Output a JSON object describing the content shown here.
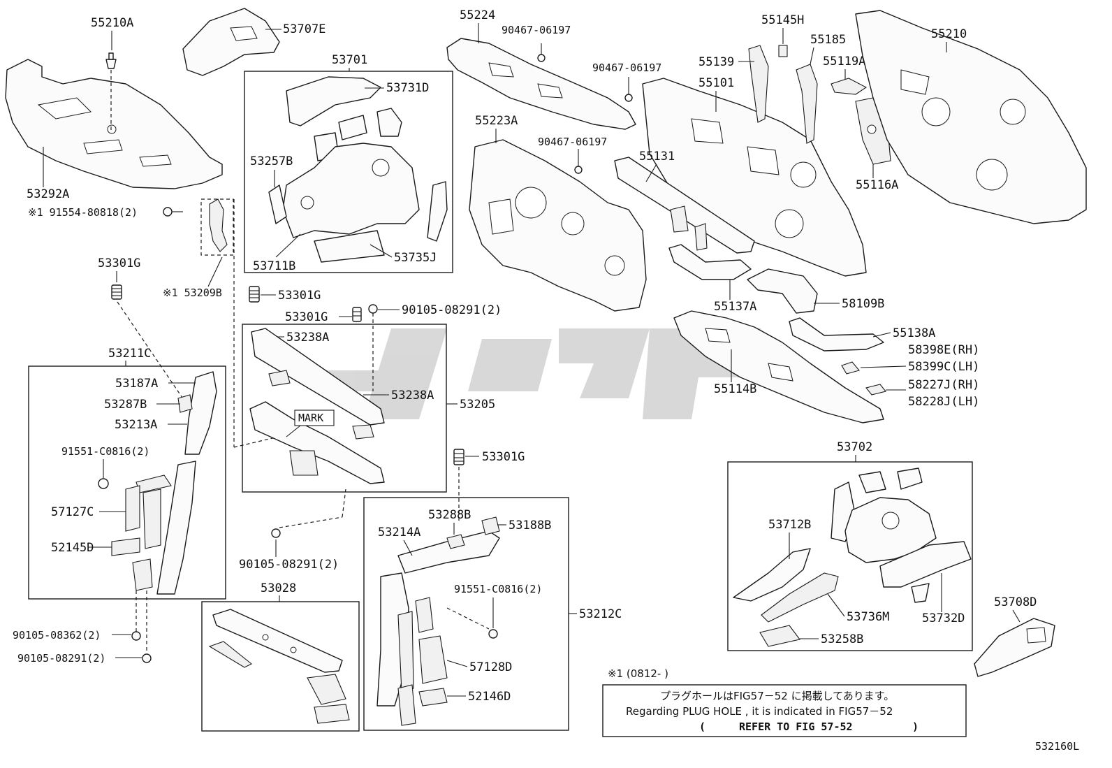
{
  "diagram_id": "532160L",
  "watermark_color": "#b9b9b9",
  "labels": {
    "p55210A": "55210A",
    "p53707E": "53707E",
    "p53701": "53701",
    "p53731D": "53731D",
    "p53257B": "53257B",
    "p53711B": "53711B",
    "p53735J": "53735J",
    "p53292A": "53292A",
    "p91554": "※1 91554-80818(2)",
    "p53209B": "※1 53209B",
    "p53301G_a": "53301G",
    "p53301G_b": "53301G",
    "p53301G_c": "53301G",
    "p53301G_d": "53301G",
    "p90105_08291_a": "90105-08291(2)",
    "p53238A_a": "53238A",
    "p53238A_b": "53238A",
    "p53205": "53205",
    "mark": "MARK",
    "p53211C": "53211C",
    "p53187A": "53187A",
    "p53287B": "53287B",
    "p53213A": "53213A",
    "p91551_a": "91551-C0816(2)",
    "p57127C": "57127C",
    "p52145D": "52145D",
    "p90105_08362": "90105-08362(2)",
    "p90105_08291_b": "90105-08291(2)",
    "p90105_08291_c": "90105-08291(2)",
    "p53028": "53028",
    "p53288B": "53288B",
    "p53214A": "53214A",
    "p53188B": "53188B",
    "p91551_b": "91551-C0816(2)",
    "p57128D": "57128D",
    "p52146D": "52146D",
    "p53212C": "53212C",
    "p55224": "55224",
    "p90467_a": "90467-06197",
    "p90467_b": "90467-06197",
    "p90467_c": "90467-06197",
    "p55223A": "55223A",
    "p55145H": "55145H",
    "p55185": "55185",
    "p55139": "55139",
    "p55101": "55101",
    "p55131": "55131",
    "p55119A": "55119A",
    "p55210": "55210",
    "p55116A": "55116A",
    "p55137A": "55137A",
    "p58109B": "58109B",
    "p55138A": "55138A",
    "p58398E": "58398E(RH)",
    "p58399C": "58399C(LH)",
    "p55114B": "55114B",
    "p58227J": "58227J(RH)",
    "p58228J": "58228J(LH)",
    "p53702": "53702",
    "p53712B": "53712B",
    "p53736M": "53736M",
    "p53732D": "53732D",
    "p53258B": "53258B",
    "p53708D": "53708D"
  },
  "note": {
    "marker": "※1 (0812-        )",
    "line_jp": "プラグホールはFIG57－52 に掲載してあります。",
    "line_en": "Regarding  PLUG HOLE , it is indicated  in  FIG57－52",
    "line_ref_open": "(",
    "line_ref": "REFER TO FIG 57-52",
    "line_ref_close": ")"
  }
}
